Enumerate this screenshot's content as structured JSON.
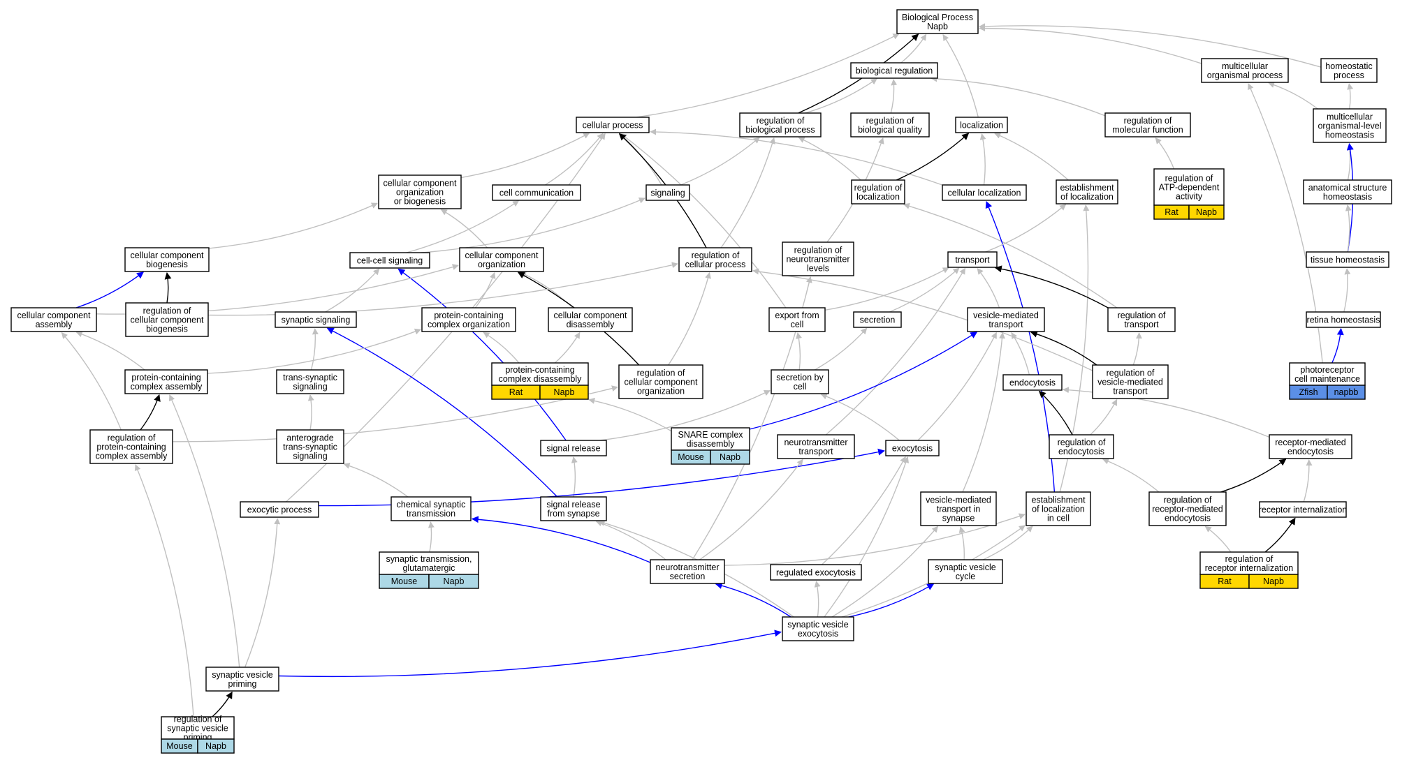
{
  "colors": {
    "gray_edge": "#c0c0c0",
    "black_edge": "#000000",
    "blue_edge": "#0000ff",
    "rat": "#ffd700",
    "mouse": "#add8e6",
    "zfish": "#5b8fe6"
  },
  "nodes": [
    {
      "id": "bp",
      "lines": [
        "Biological Process",
        "Napb"
      ]
    },
    {
      "id": "breg",
      "lines": [
        "biological regulation"
      ]
    },
    {
      "id": "mop",
      "lines": [
        "multicellular",
        "organismal process"
      ]
    },
    {
      "id": "homp",
      "lines": [
        "homeostatic",
        "process"
      ]
    },
    {
      "id": "cp",
      "lines": [
        "cellular process"
      ]
    },
    {
      "id": "rbp",
      "lines": [
        "regulation of",
        "biological process"
      ]
    },
    {
      "id": "rbq",
      "lines": [
        "regulation of",
        "biological quality"
      ]
    },
    {
      "id": "loc",
      "lines": [
        "localization"
      ]
    },
    {
      "id": "rmf",
      "lines": [
        "regulation of",
        "molecular function"
      ]
    },
    {
      "id": "mloh",
      "lines": [
        "multicellular",
        "organismal-level",
        "homeostasis"
      ]
    },
    {
      "id": "ccob",
      "lines": [
        "cellular component",
        "organization",
        "or biogenesis"
      ]
    },
    {
      "id": "ccomm",
      "lines": [
        "cell communication"
      ]
    },
    {
      "id": "sig",
      "lines": [
        "signaling"
      ]
    },
    {
      "id": "rloc",
      "lines": [
        "regulation of",
        "localization"
      ]
    },
    {
      "id": "cloc",
      "lines": [
        "cellular localization"
      ]
    },
    {
      "id": "eloc",
      "lines": [
        "establishment",
        "of localization"
      ]
    },
    {
      "id": "ratp",
      "lines": [
        "regulation of",
        "ATP-dependent",
        "activity"
      ],
      "tags": [
        {
          "species": "Rat",
          "gene": "Napb",
          "color": "rat"
        }
      ]
    },
    {
      "id": "ash",
      "lines": [
        "anatomical structure",
        "homeostasis"
      ]
    },
    {
      "id": "ccb",
      "lines": [
        "cellular component",
        "biogenesis"
      ]
    },
    {
      "id": "ccsig",
      "lines": [
        "cell-cell signaling"
      ]
    },
    {
      "id": "cco",
      "lines": [
        "cellular component",
        "organization"
      ]
    },
    {
      "id": "rcp",
      "lines": [
        "regulation of",
        "cellular process"
      ]
    },
    {
      "id": "rntl",
      "lines": [
        "regulation of",
        "neurotransmitter",
        "levels"
      ]
    },
    {
      "id": "trans",
      "lines": [
        "transport"
      ]
    },
    {
      "id": "th",
      "lines": [
        "tissue homeostasis"
      ]
    },
    {
      "id": "cca",
      "lines": [
        "cellular component",
        "assembly"
      ]
    },
    {
      "id": "rccb",
      "lines": [
        "regulation of",
        "cellular component",
        "biogenesis"
      ]
    },
    {
      "id": "ssig",
      "lines": [
        "synaptic signaling"
      ]
    },
    {
      "id": "pcco",
      "lines": [
        "protein-containing",
        "complex organization"
      ]
    },
    {
      "id": "ccd",
      "lines": [
        "cellular component",
        "disassembly"
      ]
    },
    {
      "id": "efc",
      "lines": [
        "export from",
        "cell"
      ]
    },
    {
      "id": "secr",
      "lines": [
        "secretion"
      ]
    },
    {
      "id": "vmt",
      "lines": [
        "vesicle-mediated",
        "transport"
      ]
    },
    {
      "id": "rtr",
      "lines": [
        "regulation of",
        "transport"
      ]
    },
    {
      "id": "rh",
      "lines": [
        "retina homeostasis"
      ]
    },
    {
      "id": "pcca",
      "lines": [
        "protein-containing",
        "complex assembly"
      ]
    },
    {
      "id": "tss",
      "lines": [
        "trans-synaptic",
        "signaling"
      ]
    },
    {
      "id": "pccd",
      "lines": [
        "protein-containing",
        "complex disassembly"
      ],
      "tags": [
        {
          "species": "Rat",
          "gene": "Napb",
          "color": "rat"
        }
      ]
    },
    {
      "id": "rcco",
      "lines": [
        "regulation of",
        "cellular component",
        "organization"
      ]
    },
    {
      "id": "sbc",
      "lines": [
        "secretion by",
        "cell"
      ]
    },
    {
      "id": "endo",
      "lines": [
        "endocytosis"
      ]
    },
    {
      "id": "rvmt",
      "lines": [
        "regulation of",
        "vesicle-mediated",
        "transport"
      ]
    },
    {
      "id": "pcm",
      "lines": [
        "photoreceptor",
        "cell maintenance"
      ],
      "tags": [
        {
          "species": "Zfish",
          "gene": "napbb",
          "color": "zfish"
        }
      ]
    },
    {
      "id": "rpcca",
      "lines": [
        "regulation of",
        "protein-containing",
        "complex assembly"
      ]
    },
    {
      "id": "atss",
      "lines": [
        "anterograde",
        "trans-synaptic",
        "signaling"
      ]
    },
    {
      "id": "srel",
      "lines": [
        "signal release"
      ]
    },
    {
      "id": "snare",
      "lines": [
        "SNARE complex",
        "disassembly"
      ],
      "tags": [
        {
          "species": "Mouse",
          "gene": "Napb",
          "color": "mouse"
        }
      ]
    },
    {
      "id": "ntt",
      "lines": [
        "neurotransmitter",
        "transport"
      ]
    },
    {
      "id": "exo",
      "lines": [
        "exocytosis"
      ]
    },
    {
      "id": "rendo",
      "lines": [
        "regulation of",
        "endocytosis"
      ]
    },
    {
      "id": "rme",
      "lines": [
        "receptor-mediated",
        "endocytosis"
      ]
    },
    {
      "id": "exop",
      "lines": [
        "exocytic process"
      ]
    },
    {
      "id": "cst",
      "lines": [
        "chemical synaptic",
        "transmission"
      ]
    },
    {
      "id": "srfs",
      "lines": [
        "signal release",
        "from synapse"
      ]
    },
    {
      "id": "vmts",
      "lines": [
        "vesicle-mediated",
        "transport in",
        "synapse"
      ]
    },
    {
      "id": "elic",
      "lines": [
        "establishment",
        "of localization",
        "in cell"
      ]
    },
    {
      "id": "rrme",
      "lines": [
        "regulation of",
        "receptor-mediated",
        "endocytosis"
      ]
    },
    {
      "id": "ri",
      "lines": [
        "receptor internalization"
      ]
    },
    {
      "id": "stg",
      "lines": [
        "synaptic transmission,",
        "glutamatergic"
      ],
      "tags": [
        {
          "species": "Mouse",
          "gene": "Napb",
          "color": "mouse"
        }
      ]
    },
    {
      "id": "nts",
      "lines": [
        "neurotransmitter",
        "secretion"
      ]
    },
    {
      "id": "rexo",
      "lines": [
        "regulated exocytosis"
      ]
    },
    {
      "id": "svc",
      "lines": [
        "synaptic vesicle",
        "cycle"
      ]
    },
    {
      "id": "rri",
      "lines": [
        "regulation of",
        "receptor internalization"
      ],
      "tags": [
        {
          "species": "Rat",
          "gene": "Napb",
          "color": "rat"
        }
      ]
    },
    {
      "id": "sve",
      "lines": [
        "synaptic vesicle",
        "exocytosis"
      ]
    },
    {
      "id": "svp",
      "lines": [
        "synaptic vesicle",
        "priming"
      ]
    },
    {
      "id": "rsvp",
      "lines": [
        "regulation of",
        "synaptic vesicle",
        "priming"
      ],
      "tags": [
        {
          "species": "Mouse",
          "gene": "Napb",
          "color": "mouse"
        }
      ]
    }
  ],
  "edges": [
    [
      "breg",
      "bp",
      "gray"
    ],
    [
      "mop",
      "bp",
      "gray"
    ],
    [
      "homp",
      "bp",
      "gray"
    ],
    [
      "cp",
      "bp",
      "gray"
    ],
    [
      "rbp",
      "bp",
      "black"
    ],
    [
      "loc",
      "bp",
      "gray"
    ],
    [
      "rbp",
      "breg",
      "gray"
    ],
    [
      "rbq",
      "breg",
      "gray"
    ],
    [
      "rmf",
      "breg",
      "gray"
    ],
    [
      "mloh",
      "mop",
      "gray"
    ],
    [
      "mloh",
      "homp",
      "gray"
    ],
    [
      "ccob",
      "cp",
      "gray"
    ],
    [
      "ccomm",
      "cp",
      "gray"
    ],
    [
      "sig",
      "cp",
      "gray"
    ],
    [
      "cloc",
      "cp",
      "gray"
    ],
    [
      "efc",
      "cp",
      "gray"
    ],
    [
      "exop",
      "cp",
      "gray"
    ],
    [
      "rcp",
      "cp",
      "black"
    ],
    [
      "rcp",
      "rbp",
      "gray"
    ],
    [
      "sig",
      "rbp",
      "gray"
    ],
    [
      "rloc",
      "rbp",
      "gray"
    ],
    [
      "rntl",
      "rbq",
      "gray"
    ],
    [
      "rloc",
      "loc",
      "black"
    ],
    [
      "cloc",
      "loc",
      "gray"
    ],
    [
      "eloc",
      "loc",
      "gray"
    ],
    [
      "ratp",
      "rmf",
      "gray"
    ],
    [
      "ash",
      "mloh",
      "gray"
    ],
    [
      "th",
      "mloh",
      "blue"
    ],
    [
      "cco",
      "ccob",
      "gray"
    ],
    [
      "ccb",
      "ccob",
      "gray"
    ],
    [
      "ccsig",
      "ccomm",
      "gray"
    ],
    [
      "ccsig",
      "sig",
      "gray"
    ],
    [
      "rtr",
      "rloc",
      "gray"
    ],
    [
      "elic",
      "cloc",
      "blue"
    ],
    [
      "trans",
      "eloc",
      "gray"
    ],
    [
      "elic",
      "eloc",
      "gray"
    ],
    [
      "th",
      "ash",
      "gray"
    ],
    [
      "cca",
      "ccb",
      "blue"
    ],
    [
      "rccb",
      "ccb",
      "black"
    ],
    [
      "ssig",
      "ccsig",
      "gray"
    ],
    [
      "srel",
      "ccsig",
      "blue"
    ],
    [
      "cca",
      "cco",
      "gray"
    ],
    [
      "pcco",
      "cco",
      "gray"
    ],
    [
      "ccd",
      "cco",
      "gray"
    ],
    [
      "rcco",
      "cco",
      "black"
    ],
    [
      "rcco",
      "rcp",
      "gray"
    ],
    [
      "rccb",
      "rcp",
      "gray"
    ],
    [
      "rvmt",
      "rcp",
      "gray"
    ],
    [
      "efc",
      "trans",
      "gray"
    ],
    [
      "secr",
      "trans",
      "gray"
    ],
    [
      "vmt",
      "trans",
      "gray"
    ],
    [
      "rtr",
      "trans",
      "black"
    ],
    [
      "ntt",
      "trans",
      "gray"
    ],
    [
      "rh",
      "th",
      "gray"
    ],
    [
      "pcca",
      "cca",
      "gray"
    ],
    [
      "rpcca",
      "cca",
      "gray"
    ],
    [
      "tss",
      "ssig",
      "gray"
    ],
    [
      "srfs",
      "ssig",
      "blue"
    ],
    [
      "pcca",
      "pcco",
      "gray"
    ],
    [
      "pccd",
      "pcco",
      "gray"
    ],
    [
      "pccd",
      "ccd",
      "gray"
    ],
    [
      "sbc",
      "efc",
      "gray"
    ],
    [
      "sbc",
      "secr",
      "gray"
    ],
    [
      "endo",
      "vmt",
      "gray"
    ],
    [
      "exo",
      "vmt",
      "gray"
    ],
    [
      "rvmt",
      "vmt",
      "black"
    ],
    [
      "snare",
      "vmt",
      "blue"
    ],
    [
      "vmts",
      "vmt",
      "gray"
    ],
    [
      "rvmt",
      "rtr",
      "gray"
    ],
    [
      "pcm",
      "rh",
      "blue"
    ],
    [
      "pcm",
      "mop",
      "gray"
    ],
    [
      "rpcca",
      "pcca",
      "black"
    ],
    [
      "svp",
      "pcca",
      "gray"
    ],
    [
      "atss",
      "tss",
      "gray"
    ],
    [
      "rpcca",
      "rcco",
      "gray"
    ],
    [
      "srel",
      "sbc",
      "gray"
    ],
    [
      "exo",
      "sbc",
      "gray"
    ],
    [
      "snare",
      "pccd",
      "gray"
    ],
    [
      "rendo",
      "endo",
      "black"
    ],
    [
      "rme",
      "endo",
      "gray"
    ],
    [
      "rendo",
      "rvmt",
      "gray"
    ],
    [
      "rsvp",
      "rpcca",
      "gray"
    ],
    [
      "cst",
      "atss",
      "gray"
    ],
    [
      "srfs",
      "srel",
      "gray"
    ],
    [
      "exop",
      "exo",
      "blue"
    ],
    [
      "rexo",
      "exo",
      "gray"
    ],
    [
      "sve",
      "exo",
      "gray"
    ],
    [
      "rrme",
      "rendo",
      "gray"
    ],
    [
      "rrme",
      "rme",
      "black"
    ],
    [
      "ri",
      "rme",
      "gray"
    ],
    [
      "nts",
      "cst",
      "blue"
    ],
    [
      "nts",
      "srfs",
      "gray"
    ],
    [
      "sve",
      "srfs",
      "gray"
    ],
    [
      "nts",
      "ntt",
      "gray"
    ],
    [
      "nts",
      "rntl",
      "gray"
    ],
    [
      "nts",
      "elic",
      "gray"
    ],
    [
      "sve",
      "nts",
      "blue"
    ],
    [
      "svc",
      "vmts",
      "gray"
    ],
    [
      "sve",
      "vmts",
      "gray"
    ],
    [
      "svc",
      "elic",
      "gray"
    ],
    [
      "sve",
      "elic",
      "gray"
    ],
    [
      "rri",
      "rrme",
      "gray"
    ],
    [
      "rri",
      "ri",
      "black"
    ],
    [
      "stg",
      "cst",
      "gray"
    ],
    [
      "sve",
      "rexo",
      "gray"
    ],
    [
      "sve",
      "svc",
      "blue"
    ],
    [
      "svp",
      "sve",
      "blue"
    ],
    [
      "svp",
      "exop",
      "gray"
    ],
    [
      "rsvp",
      "svp",
      "black"
    ]
  ]
}
